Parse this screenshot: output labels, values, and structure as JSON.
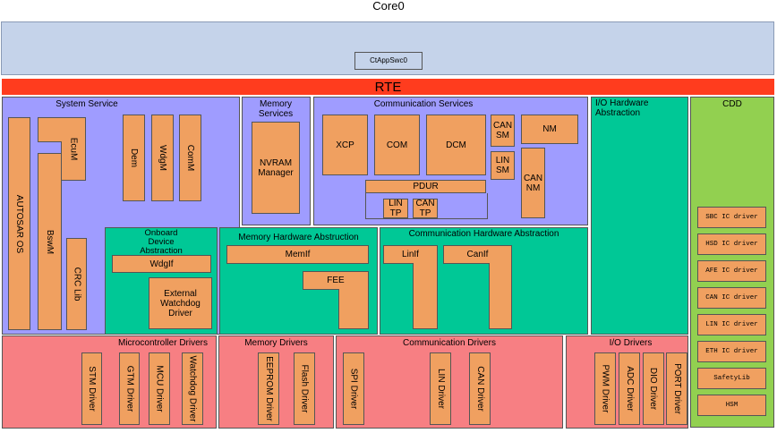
{
  "title": "Core0",
  "app_layer": {
    "swc": "CtAppSwc0"
  },
  "rte": "RTE",
  "system_service": {
    "title": "System Service",
    "autosar_os": "AUTOSAR OS",
    "ecum": "EcuM",
    "bswm": "BswM",
    "crc_lib": "CRC Lib",
    "dem": "Dem",
    "wdgm": "WdgM",
    "comm": "ComM"
  },
  "memory_services": {
    "title": "Memory Services",
    "nvram": "NVRAM Manager"
  },
  "communication_services": {
    "title": "Communication Services",
    "xcp": "XCP",
    "com": "COM",
    "dcm": "DCM",
    "can_sm": "CAN SM",
    "lin_sm": "LIN SM",
    "nm": "NM",
    "can_nm": "CAN NM",
    "pdur": "PDUR",
    "lin_tp": "LIN TP",
    "can_tp": "CAN TP"
  },
  "io_hw_abstraction": {
    "title": "I/O Hardware Abstraction"
  },
  "cdd": {
    "title": "CDD",
    "items": [
      "SBC IC driver",
      "HSD IC driver",
      "AFE IC driver",
      "CAN IC driver",
      "LIN IC driver",
      "ETH IC driver",
      "SafetyLib",
      "HSM"
    ]
  },
  "onboard_device_abstraction": {
    "title": "Onboard Device Abstraction",
    "wdgif": "WdgIf",
    "ext_wdg": "External Watchdog Driver"
  },
  "memory_hw_abstraction": {
    "title": "Memory Hardware Abstruction",
    "memif": "MemIf",
    "fee": "FEE"
  },
  "comm_hw_abstraction": {
    "title": "Communication Hardware Abstraction",
    "linif": "LinIf",
    "canif": "CanIf"
  },
  "mcu_drivers": {
    "title": "Microcontroller Drivers",
    "stm": "STM Driver",
    "gtm": "GTM Driver",
    "mcu": "MCU Driver",
    "watchdog": "Watchdog Driver"
  },
  "memory_drivers": {
    "title": "Memory Drivers",
    "eeprom": "EEPROM Driver",
    "flash": "Flash Driver"
  },
  "communication_drivers": {
    "title": "Communication Drivers",
    "spi": "SPI Driver",
    "lin": "LIN Driver",
    "can": "CAN Driver"
  },
  "io_drivers": {
    "title": "I/O Drivers",
    "pwm": "PWM Driver",
    "adc": "ADC Driver",
    "dio": "DIO Driver",
    "port": "PORT Driver"
  },
  "colors": {
    "app": "#c5d3ea",
    "rte": "#ff3c1e",
    "service": "#9f9cff",
    "abstraction": "#00c896",
    "cdd": "#92d050",
    "driver": "#f77f83",
    "module": "#f0a060"
  }
}
